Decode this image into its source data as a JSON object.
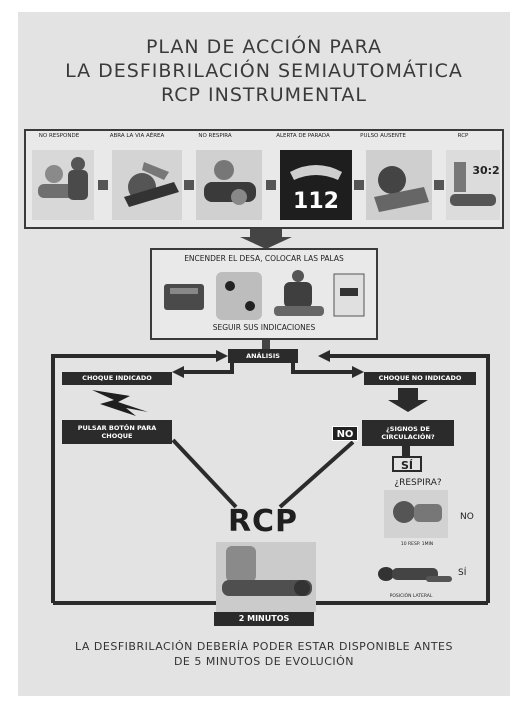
{
  "title": {
    "line1": "PLAN DE ACCIÓN PARA",
    "line2": "LA DESFIBRILACIÓN SEMIAUTOMÁTICA",
    "line3": "RCP INSTRUMENTAL"
  },
  "steps": [
    {
      "label": "NO RESPONDE"
    },
    {
      "label": "ABRA LA VIA AÉREA"
    },
    {
      "label": "NO RESPIRA"
    },
    {
      "label": "ALERTA DE PARADA"
    },
    {
      "label": "PULSO AUSENTE"
    },
    {
      "label": "RCP"
    }
  ],
  "phone_number": "112",
  "rcp_ratio": "30:2",
  "desa_box": {
    "line1": "ENCENDER EL DESA, COLOCAR LAS PALAS",
    "line2": "SEGUIR SUS INDICACIONES"
  },
  "analysis": "ANÁLISIS",
  "left_branch": {
    "header": "CHOQUE INDICADO",
    "action": "PULSAR BOTÓN PARA CHOQUE"
  },
  "right_branch": {
    "header": "CHOQUE NO INDICADO",
    "question": "¿SIGNOS DE CIRCULACIÓN?",
    "no_label": "NO",
    "yes_label": "SÍ",
    "breathes": "¿RESPIRA?",
    "breathes_no": "NO",
    "breaths_caption": "10 RESP. 1MIN",
    "breathes_yes": "SÍ",
    "lateral_caption": "POSICIÓN LATERAL"
  },
  "center": {
    "rcp": "RCP",
    "duration": "2 MINUTOS"
  },
  "footer": {
    "line1": "LA DESFIBRILACIÓN DEBERÍA PODER ESTAR DISPONIBLE ANTES",
    "line2": "DE 5 MINUTOS DE EVOLUCIÓN"
  },
  "colors": {
    "background": "#e3e3e3",
    "dark": "#2b2b2b",
    "text": "#3a3a3a"
  }
}
